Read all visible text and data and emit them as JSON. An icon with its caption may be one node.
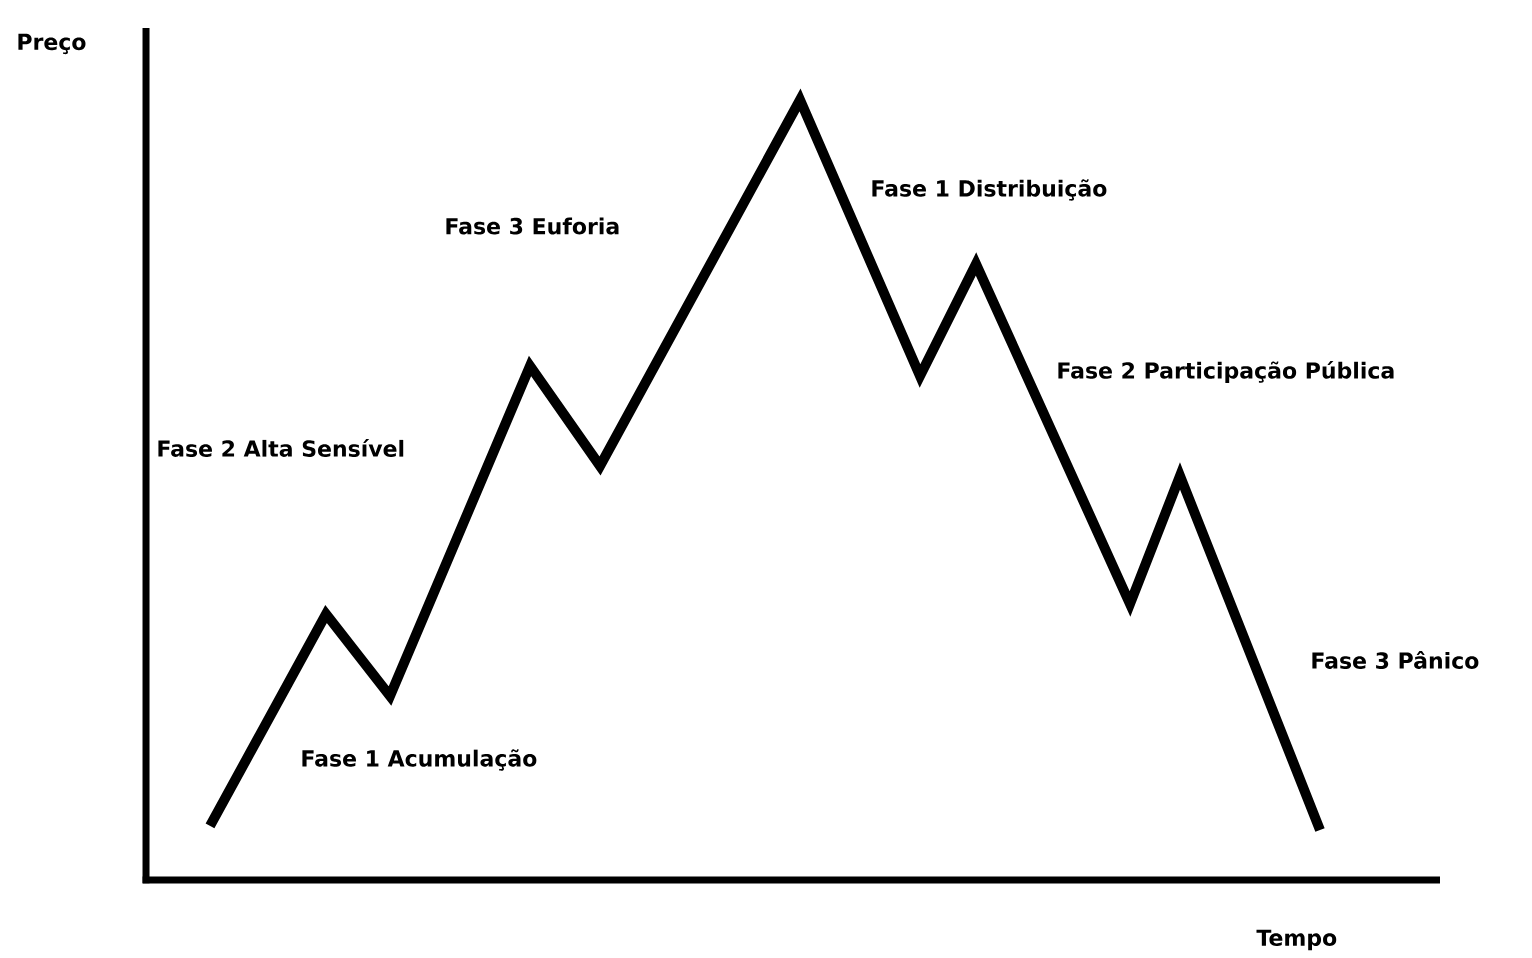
{
  "diagram": {
    "labels": [
      "Preço",
      "Fase 1 Distribuição",
      "Fase 3 Euforia",
      "Fase 2 Participação Pública",
      "Fase 2 Alta Sensível",
      "Fase 3 Pânico",
      "Fase 1 Acumulação",
      "Tempo"
    ]
  }
}
